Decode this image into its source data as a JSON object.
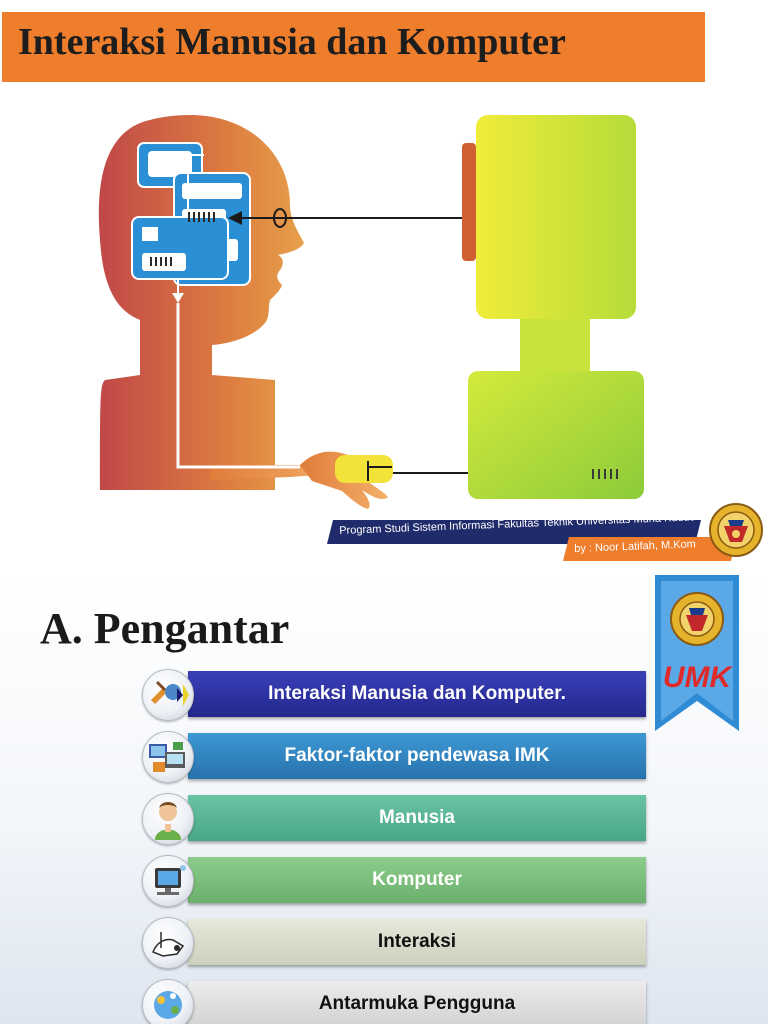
{
  "slide1": {
    "title": "Interaksi Manusia dan Komputer",
    "footer_program": "Program Studi Sistem Informasi Fakultas Teknik Universitas Muria Kudus",
    "footer_author": "by : Noor Latifah, M.Kom"
  },
  "slide2": {
    "heading": "A. Pengantar",
    "logo_text": "UMK",
    "menu": [
      {
        "label": "Interaksi Manusia dan Komputer.",
        "icon": "tools-icon",
        "bar_color": "#2b2f9e"
      },
      {
        "label": "Faktor-faktor pendewasa IMK",
        "icon": "devices-icon",
        "bar_color": "#2e82bd"
      },
      {
        "label": "Manusia",
        "icon": "person-icon",
        "bar_color": "#59b596"
      },
      {
        "label": "Komputer",
        "icon": "computer-icon",
        "bar_color": "#7cc07c"
      },
      {
        "label": "Interaksi",
        "icon": "handshake-icon",
        "bar_color": "#dcdfcf"
      },
      {
        "label": "Antarmuka Pengguna",
        "icon": "interface-icon",
        "bar_color": "#e1e1e1"
      }
    ]
  },
  "colors": {
    "banner": "#ee7d2c",
    "footer_band": "#1f2b6b",
    "monitor_green": "#bfe23a",
    "head_gradient_top": "#e8903a",
    "head_gradient_bottom": "#c24a4a",
    "ribbon_blue": "#2e8bd4"
  }
}
